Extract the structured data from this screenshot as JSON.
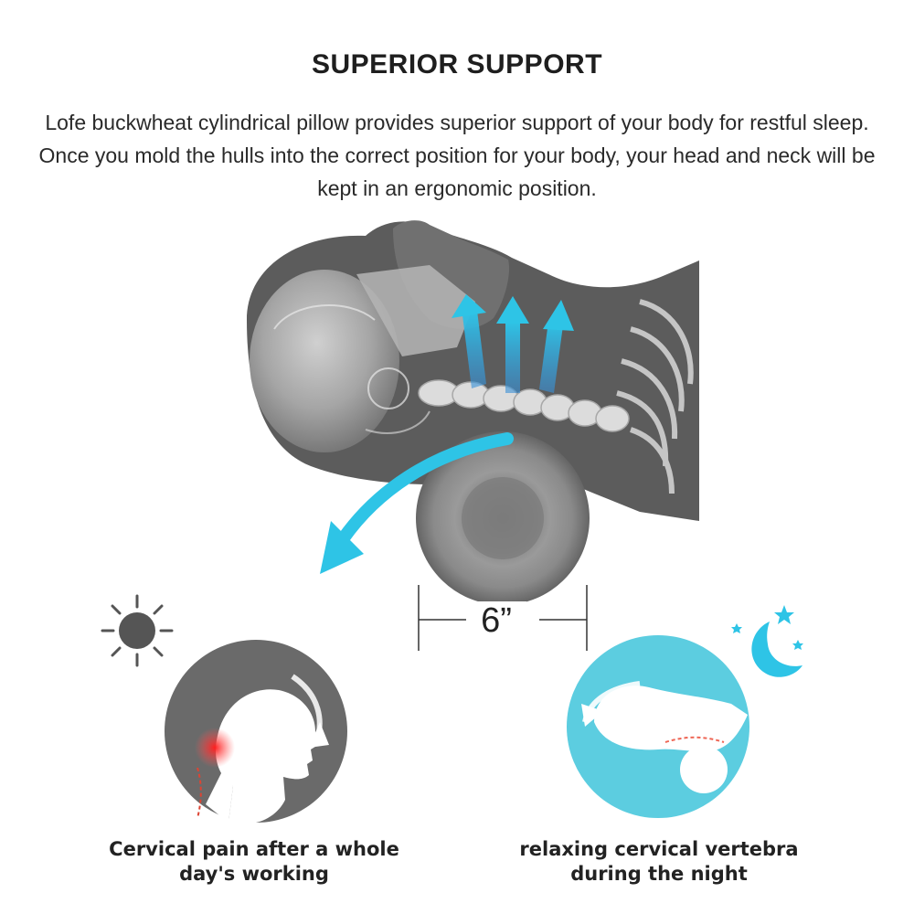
{
  "header": {
    "title": "SUPERIOR SUPPORT",
    "description": "Lofe buckwheat cylindrical pillow provides superior support of your body for restful sleep. Once you mold the hulls into the correct position for your body, your head and neck will be kept in an ergonomic position."
  },
  "illustration": {
    "dimension_label": "6”",
    "arrow_color": "#2ec4e6",
    "pillow_color": "#6b6b6b"
  },
  "panels": {
    "day": {
      "icon": "sun-icon",
      "caption_line1": "Cervical pain after a whole",
      "caption_line2": "day's working",
      "circle_color": "#6a6a6a",
      "pain_color": "#ff2a2a"
    },
    "night": {
      "icon": "moon-stars-icon",
      "caption_line1": "relaxing cervical vertebra",
      "caption_line2": "during the night",
      "circle_color": "#5ccde0",
      "moon_color": "#2ec4e6"
    }
  }
}
